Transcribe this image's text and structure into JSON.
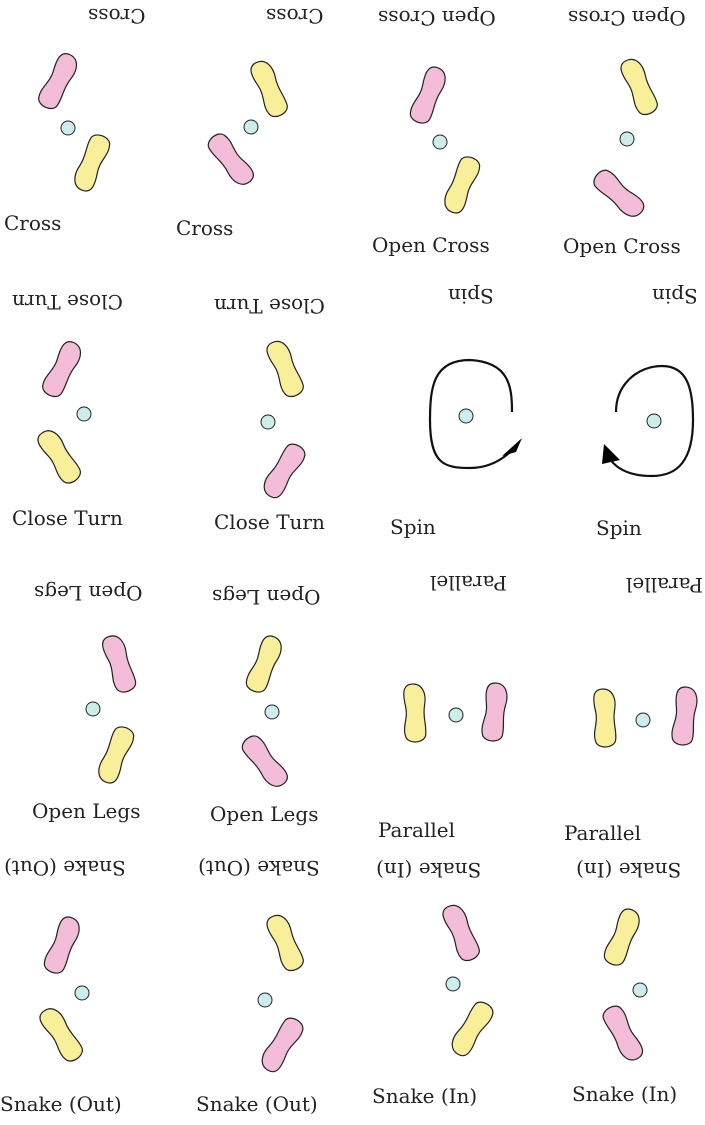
{
  "colors": {
    "left_foot": "#f9ef9a",
    "right_foot": "#f3bcd8",
    "center_marker": "#cdecec",
    "outline": "#222222"
  },
  "cards": [
    {
      "name": "Cross",
      "label": "Cross",
      "flipped_label": "Cross"
    },
    {
      "name": "Cross",
      "label": "Cross",
      "flipped_label": "Cross"
    },
    {
      "name": "Open Cross",
      "label": "Open Cross",
      "flipped_label": "Open Cross"
    },
    {
      "name": "Open Cross",
      "label": "Open Cross",
      "flipped_label": "Open Cross"
    },
    {
      "name": "Close Turn",
      "label": "Close Turn",
      "flipped_label": "Close Turn"
    },
    {
      "name": "Close Turn",
      "label": "Close Turn",
      "flipped_label": "Close Turn"
    },
    {
      "name": "Spin",
      "label": "Spin",
      "flipped_label": "Spin"
    },
    {
      "name": "Spin",
      "label": "Spin",
      "flipped_label": "Spin"
    },
    {
      "name": "Open Legs",
      "label": "Open Legs",
      "flipped_label": "Open Legs"
    },
    {
      "name": "Open Legs",
      "label": "Open Legs",
      "flipped_label": "Open Legs"
    },
    {
      "name": "Parallel",
      "label": "Parallel",
      "flipped_label": "Parallel"
    },
    {
      "name": "Parallel",
      "label": "Parallel",
      "flipped_label": "Parallel"
    },
    {
      "name": "Snake (Out)",
      "label": "Snake (Out)",
      "flipped_label": "Snake (Out)"
    },
    {
      "name": "Snake (Out)",
      "label": "Snake (Out)",
      "flipped_label": "Snake (Out)"
    },
    {
      "name": "Snake (In)",
      "label": "Snake (In)",
      "flipped_label": "Snake (In)"
    },
    {
      "name": "Snake (In)",
      "label": "Snake (In)",
      "flipped_label": "Snake (In)"
    }
  ]
}
